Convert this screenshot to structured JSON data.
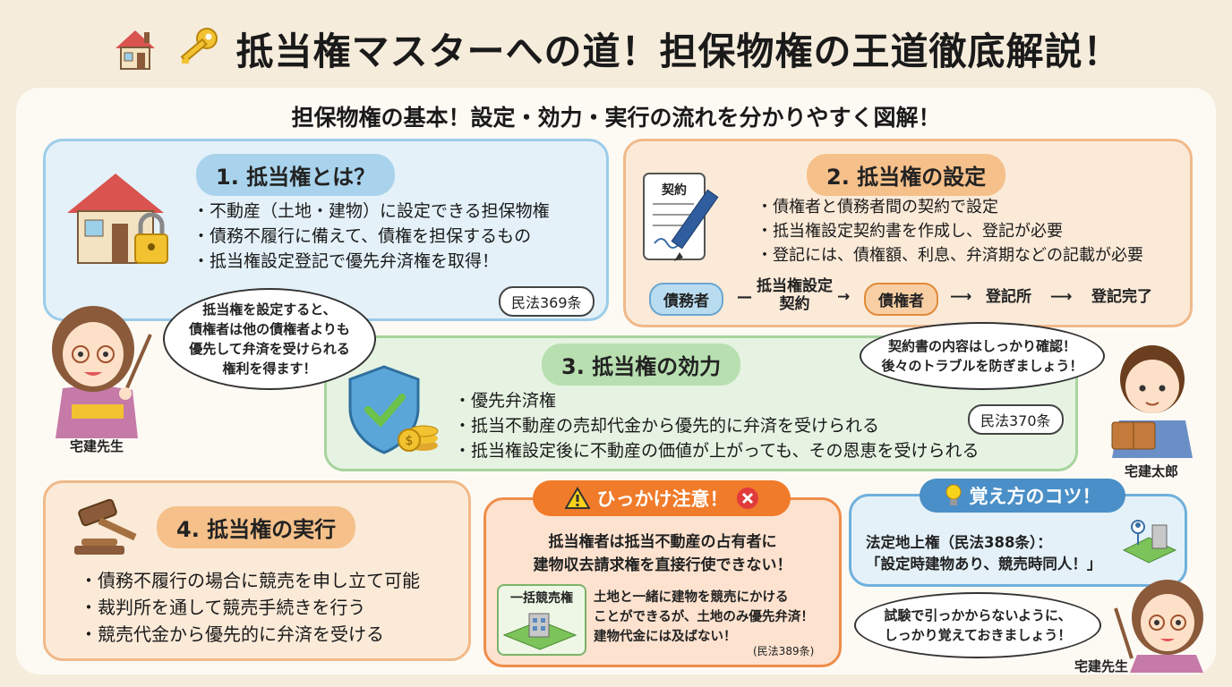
{
  "header": {
    "title": "抵当権マスターへの道！担保物権の王道徹底解説！",
    "subtitle": "担保物権の基本！設定・効力・実行の流れを分かりやすく図解！"
  },
  "card1": {
    "title": "1. 抵当権とは？",
    "bullets": [
      "不動産（土地・建物）に設定できる担保物権",
      "債務不履行に備えて、債権を担保するもの",
      "抵当権設定登記で優先弁済権を取得！"
    ],
    "law": "民法369条",
    "color": "#a9d3ec"
  },
  "card2": {
    "title": "2. 抵当権の設定",
    "contract": "契約",
    "bullets": [
      "債権者と債務者間の契約で設定",
      "抵当権設定契約書を作成し、登記が必要",
      "登記には、債権額、利息、弁済期などの記載が必要"
    ],
    "flow": {
      "debtor": "債務者",
      "contract_line1": "抵当権設定",
      "contract_line2": "契約",
      "creditor": "債権者",
      "registry": "登記所",
      "done": "登記完了"
    },
    "color": "#f5c08a"
  },
  "card3": {
    "title": "3. 抵当権の効力",
    "bullets": [
      "優先弁済権",
      "抵当不動産の売却代金から優先的に弁済を受けられる",
      "抵当権設定後に不動産の価値が上がっても、その恩恵を受けられる"
    ],
    "law": "民法370条",
    "color": "#b8dfb0"
  },
  "card4": {
    "title": "4. 抵当権の実行",
    "bullets": [
      "債務不履行の場合に競売を申し立て可能",
      "裁判所を通して競売手続きを行う",
      "競売代金から優先的に弁済を受ける"
    ],
    "color": "#f5c08a"
  },
  "warning": {
    "title": "ひっかけ注意！",
    "line1": "抵当権者は抵当不動産の占有者に",
    "line2": "建物収去請求権を直接行使できない！",
    "tag": "一括競売権",
    "desc1": "土地と一緒に建物を競売にかける",
    "desc2": "ことができるが、土地のみ優先弁済！",
    "desc3": "建物代金には及ばない！",
    "law": "(民法389条)"
  },
  "tips": {
    "title": "覚え方のコツ！",
    "line1": "法定地上権（民法388条）：",
    "line2": "「設定時建物あり、競売時同人！」"
  },
  "speech": {
    "teacher1": [
      "抵当権を設定すると、",
      "債権者は他の債権者よりも",
      "優先して弁済を受けられる",
      "権利を得ます！"
    ],
    "student": [
      "契約書の内容はしっかり確認！",
      "後々のトラブルを防ぎましょう！"
    ],
    "teacher2": [
      "試験で引っかからないように、",
      "しっかり覚えておきましょう！"
    ]
  },
  "names": {
    "teacher": "宅建先生",
    "student": "宅建太郎",
    "teacher2": "宅建先生"
  },
  "icons": [
    "house-icon",
    "key-icon",
    "house-lock-icon",
    "contract-pen-icon",
    "shield-coins-icon",
    "gavel-icon",
    "warning-icon",
    "cross-icon",
    "bulb-icon",
    "land-building-icon"
  ]
}
